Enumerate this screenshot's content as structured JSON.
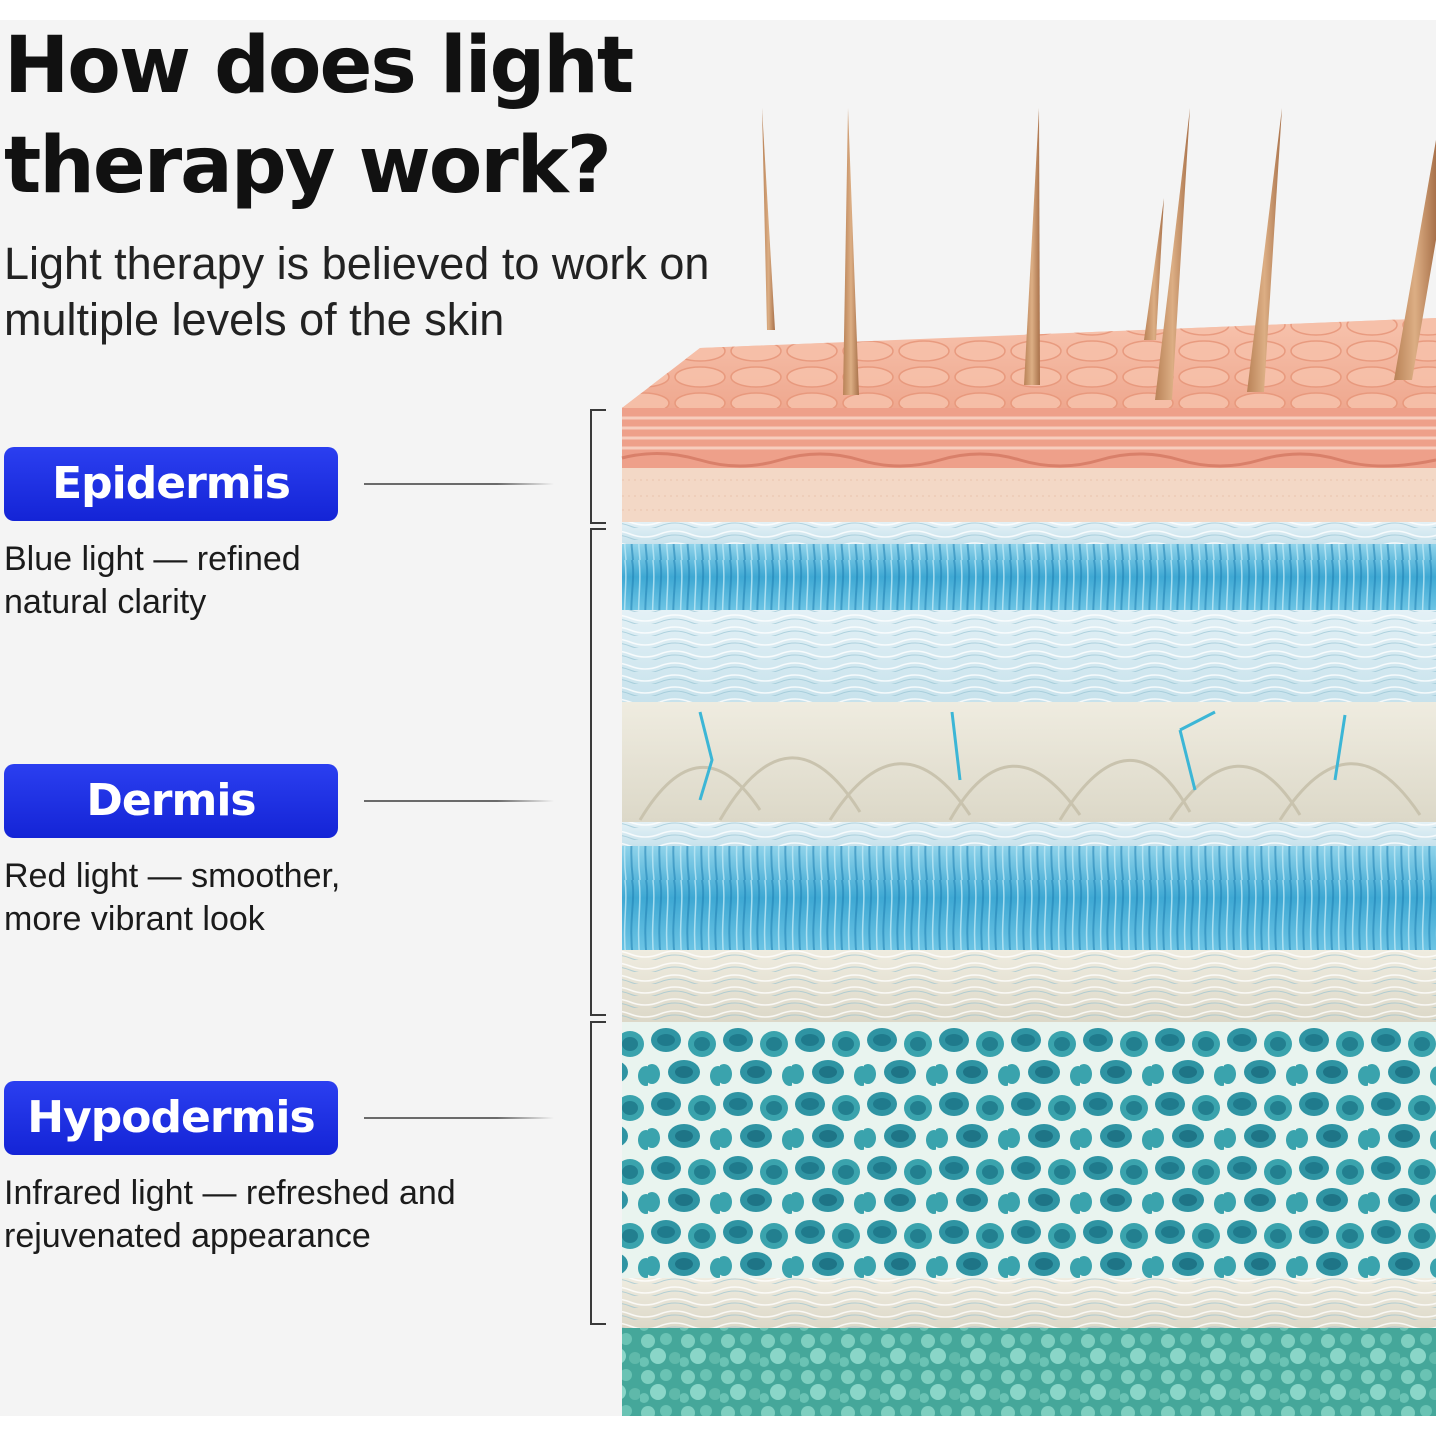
{
  "header": {
    "title": "How does light therapy work?",
    "subtitle": "Light therapy is believed to work on multiple levels of the skin"
  },
  "layers": [
    {
      "label": "Epidermis",
      "description": "Blue light —  refined natural clarity"
    },
    {
      "label": "Dermis",
      "description": "Red light — smoother, more vibrant look"
    },
    {
      "label": "Hypodermis",
      "description": "Infrared light — refreshed and rejuvenated appearance"
    }
  ],
  "colors": {
    "badge": "#1f31e4",
    "background": "#f4f4f4",
    "epidermis": "#f2b39c",
    "dermis": "#4fb6d8",
    "hypodermis": "#3aa6a0"
  }
}
